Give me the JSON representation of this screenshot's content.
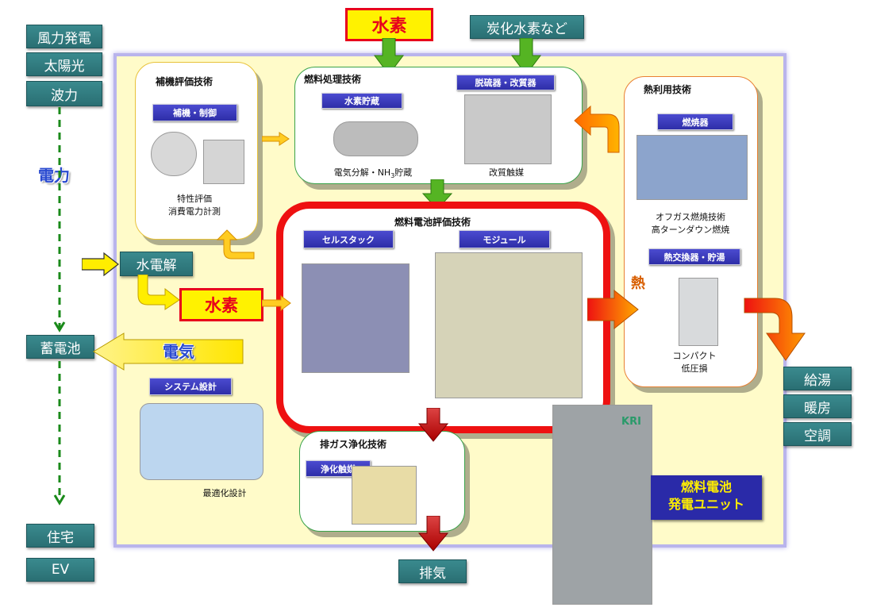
{
  "left_sources": [
    "風力発電",
    "太陽光",
    "波力"
  ],
  "left_power_label": "電力",
  "left_storage": "蓄電池",
  "left_uses": [
    "住宅",
    "EV"
  ],
  "top_hydrogen": "水素",
  "top_hydrocarbon": "炭化水素など",
  "electrolysis": "水電解",
  "mid_hydrogen": "水素",
  "electricity_label": "電気",
  "aux": {
    "title": "補機評価技術",
    "tag": "補機・制御",
    "caption1": "特性評価",
    "caption2": "消費電力計測"
  },
  "fuel_proc": {
    "title": "燃料処理技術",
    "storage_tag": "水素貯蔵",
    "desulf_tag": "脱硫器・改質器",
    "storage_caption_pre": "電気分解・NH",
    "storage_caption_sub": "3",
    "storage_caption_post": "貯蔵",
    "reform_caption": "改質触媒"
  },
  "fc_eval": {
    "title": "燃料電池評価技術",
    "stack_tag": "セルスタック",
    "module_tag": "モジュール"
  },
  "heat": {
    "title": "熱利用技術",
    "burner_tag": "燃焼器",
    "burner_caption1": "オフガス燃焼技術",
    "burner_caption2": "高ターンダウン燃焼",
    "hx_tag": "熱交換器・貯湯",
    "hx_caption1": "コンパクト",
    "hx_caption2": "低圧損",
    "heat_label": "熱"
  },
  "heat_uses": [
    "給湯",
    "暖房",
    "空調"
  ],
  "system": {
    "tag": "システム設計",
    "caption": "最適化設計"
  },
  "exhaust": {
    "title": "排ガス浄化技術",
    "tag": "浄化触媒"
  },
  "exhaust_out": "排気",
  "unit": {
    "line1": "燃料電池",
    "line2": "発電ユニット",
    "logo": "KRI"
  },
  "colors": {
    "panel": "#fffbc9",
    "panel_border": "#b9b4ec",
    "teal": "#2f7d81",
    "tag_blue": "#3a3ac0",
    "fc_border": "#ee1111"
  }
}
